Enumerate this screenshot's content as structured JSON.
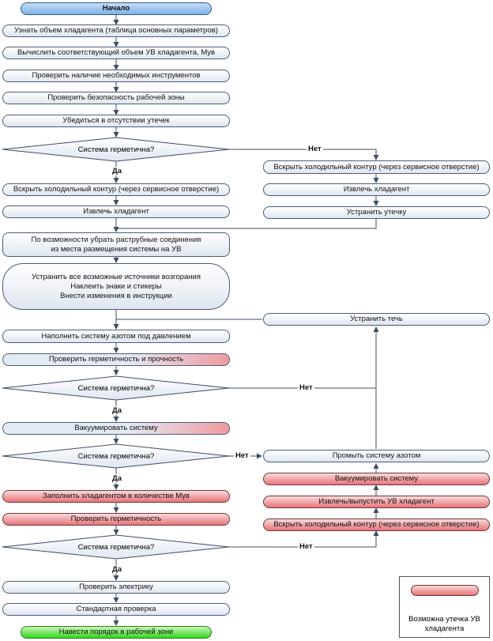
{
  "flowchart": {
    "start": "Начало",
    "step_volume": "Узнать объем хладагента (таблица основных параметров)",
    "step_calc": "Вычислить соответствующий объем УВ хладагента, Mув",
    "step_tools": "Проверить наличие необходимых инструментов",
    "step_safety": "Проверить безопасность рабочей зоны",
    "step_no_leaks": "Убедиться в отсутствии утечек",
    "decision": "Система герметична?",
    "yes": "Да",
    "no": "Нет",
    "open_circuit": "Вскрыть холодильный контур (через сервисное отверстие)",
    "extract_refrigerant": "Извлечь хладагент",
    "fix_leak": "Устранить утечку",
    "remove_flare_line1": "По возможности убрать раструбные соединения",
    "remove_flare_line2": "из места размещения системы на УВ",
    "ignition_line1": "Устранить все возможные источники возгорания",
    "ignition_line2": "Наклеить знаки и стикеры",
    "ignition_line3": "Внести изменения в инструкции",
    "fill_nitrogen": "Наполнить систему азотом под давлением",
    "check_tightness_strength": "Проверить герметичность и прочность",
    "vacuum": "Вакуумировать систему",
    "fill_refrigerant": "Заполнить хладагентом в количестве Mув",
    "check_tightness": "Проверить герметичность",
    "check_electrics": "Проверить электрику",
    "standard_check": "Стандартная проверка",
    "cleanup": "Навести порядок в рабочей зоне",
    "fix_leak2": "Устранить течь",
    "purge_nitrogen": "Промыть систему азотом",
    "vacuum_right": "Вакуумировать систему",
    "extract_release": "Извлечь/выпустить УВ хладагент",
    "open_circuit_right": "Вскрыть холодильный контур (через сервисное отверстие)"
  },
  "legend": {
    "text_line1": "Возможна утечка УВ",
    "text_line2": "хладагента"
  },
  "colors": {
    "line": "#3f4d63",
    "leak": "#e8747a",
    "start": "#7fb2ea",
    "end": "#34d61e"
  }
}
